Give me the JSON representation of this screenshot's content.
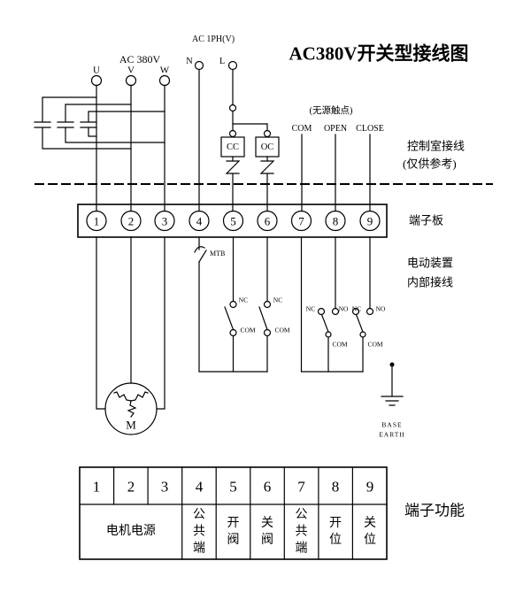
{
  "title": "AC380V开关型接线图",
  "power_3ph": {
    "label": "AC 380V",
    "phases": [
      "U",
      "V",
      "W"
    ]
  },
  "power_1ph": {
    "label": "AC 1PH(V)",
    "neutral": "N",
    "live": "L"
  },
  "control": {
    "boxes": [
      "CC",
      "OC"
    ],
    "note": "(无源触点)",
    "signals": [
      "COM",
      "OPEN",
      "CLOSE"
    ]
  },
  "annotations": {
    "control_room": "控制室接线",
    "reference": "(仅供参考)",
    "terminal_board": "端子板",
    "device_line1": "电动装置",
    "device_line2": "内部接线",
    "table_caption": "端子功能"
  },
  "terminals": [
    "1",
    "2",
    "3",
    "4",
    "5",
    "6",
    "7",
    "8",
    "9"
  ],
  "internal": {
    "mtb": "MTB",
    "nc": "NC",
    "no": "NO",
    "com": "COM",
    "motor": "M",
    "earth_line1": "BASE",
    "earth_line2": "EARTH"
  },
  "table": {
    "motor_power": "电机电源",
    "functions": [
      "公共端",
      "开阀",
      "关阀",
      "公共端",
      "开位",
      "关位"
    ]
  }
}
